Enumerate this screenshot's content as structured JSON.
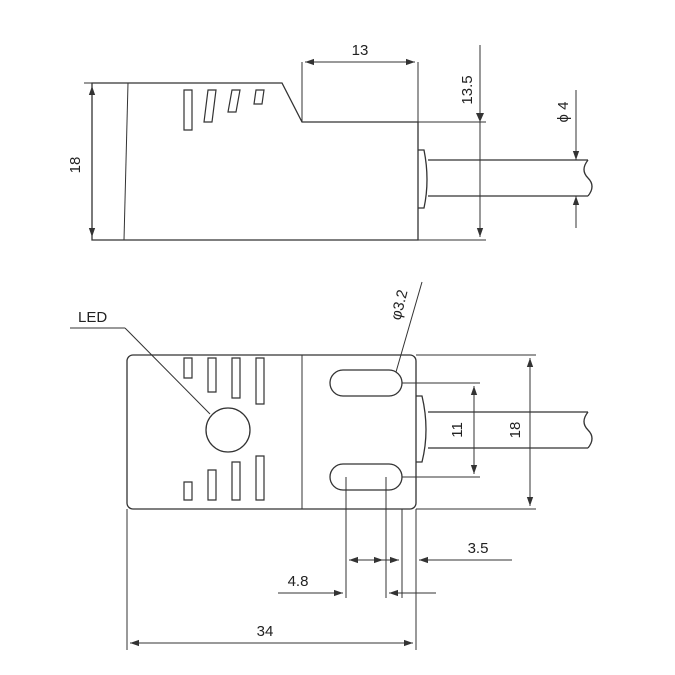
{
  "colors": {
    "line": "#333333",
    "text": "#222222",
    "background": "#ffffff"
  },
  "side_view": {
    "dim_height": "18",
    "dim_step_width": "13",
    "dim_step_height": "13.5",
    "dim_cable_diameter": "ϕ 4"
  },
  "top_view": {
    "led_label": "LED",
    "dim_hole_diameter": "φ3.2",
    "dim_hole_spacing": "11",
    "dim_width": "18",
    "dim_slot_length": "4.8",
    "dim_edge_offset": "3.5",
    "dim_length": "34"
  }
}
